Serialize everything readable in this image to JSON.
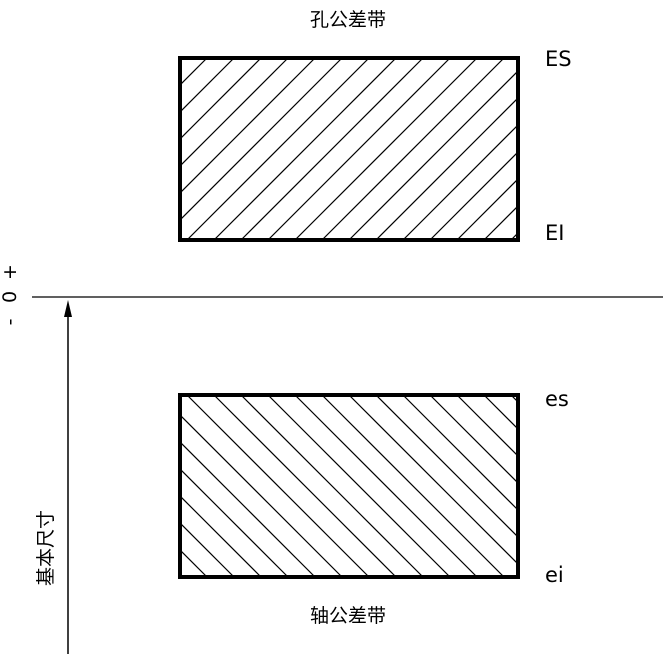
{
  "hole_zone": {
    "title": "孔公差带",
    "upper_label": "ES",
    "lower_label": "EI",
    "hatch": "rising"
  },
  "shaft_zone": {
    "title": "轴公差带",
    "upper_label": "es",
    "lower_label": "ei",
    "hatch": "falling"
  },
  "zero_line": {
    "plus_sign": "+",
    "zero_label": "0",
    "minus_sign": "-"
  },
  "basic_size": {
    "label": "基本尺寸"
  },
  "colors": {
    "ink": "#000000",
    "background": "#ffffff"
  }
}
